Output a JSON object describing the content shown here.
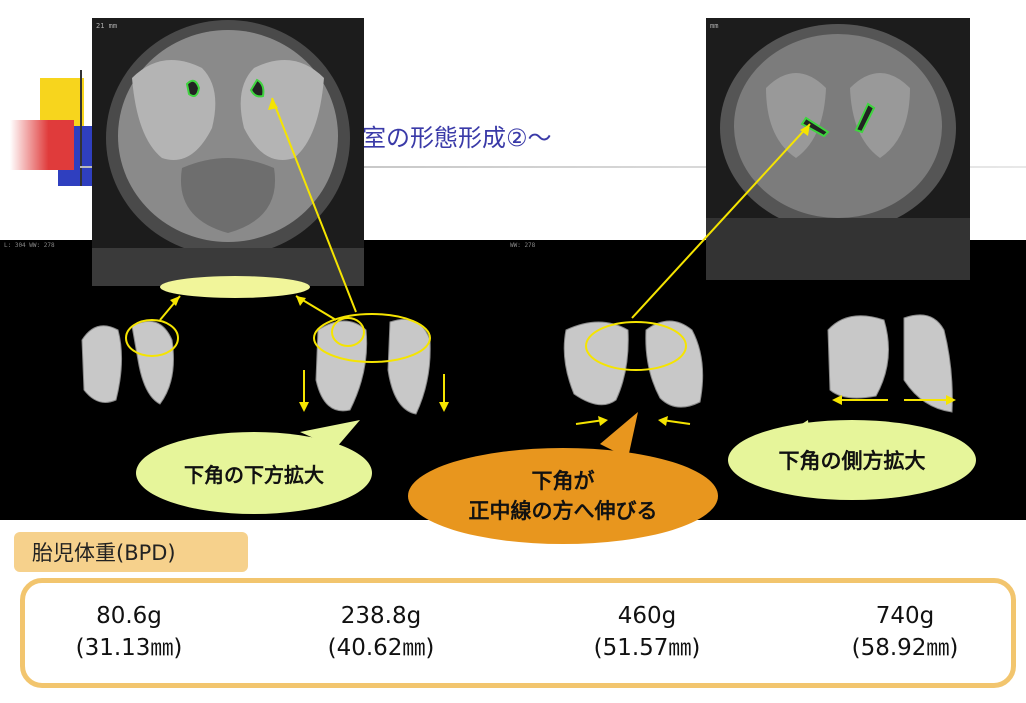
{
  "slide": {
    "title_visible": "室の形態形成②〜",
    "scan_labels": [
      "21 mm",
      "mm"
    ],
    "strip_labels": [
      "L: 304 WW: 278",
      "WW: 278"
    ]
  },
  "callouts": {
    "inferior_downward": "下角の下方拡大",
    "midline_line1": "下角が",
    "midline_line2": "正中線の方へ伸びる",
    "lateral": "下角の側方拡大"
  },
  "weight_section": {
    "label": "胎児体重(BPD)",
    "items": [
      {
        "weight": "80.6g",
        "bpd": "(31.13㎜)"
      },
      {
        "weight": "238.8g",
        "bpd": "(40.62㎜)"
      },
      {
        "weight": "460g",
        "bpd": "(51.57㎜)"
      },
      {
        "weight": "740g",
        "bpd": "(58.92㎜)"
      }
    ]
  },
  "colors": {
    "title": "#3a3aa8",
    "callout_green": "#e6f59a",
    "callout_orange": "#e8961e",
    "arrow_yellow": "#f5e400",
    "panel_border": "#f2c56e",
    "tag_fill": "#f6d18c"
  }
}
